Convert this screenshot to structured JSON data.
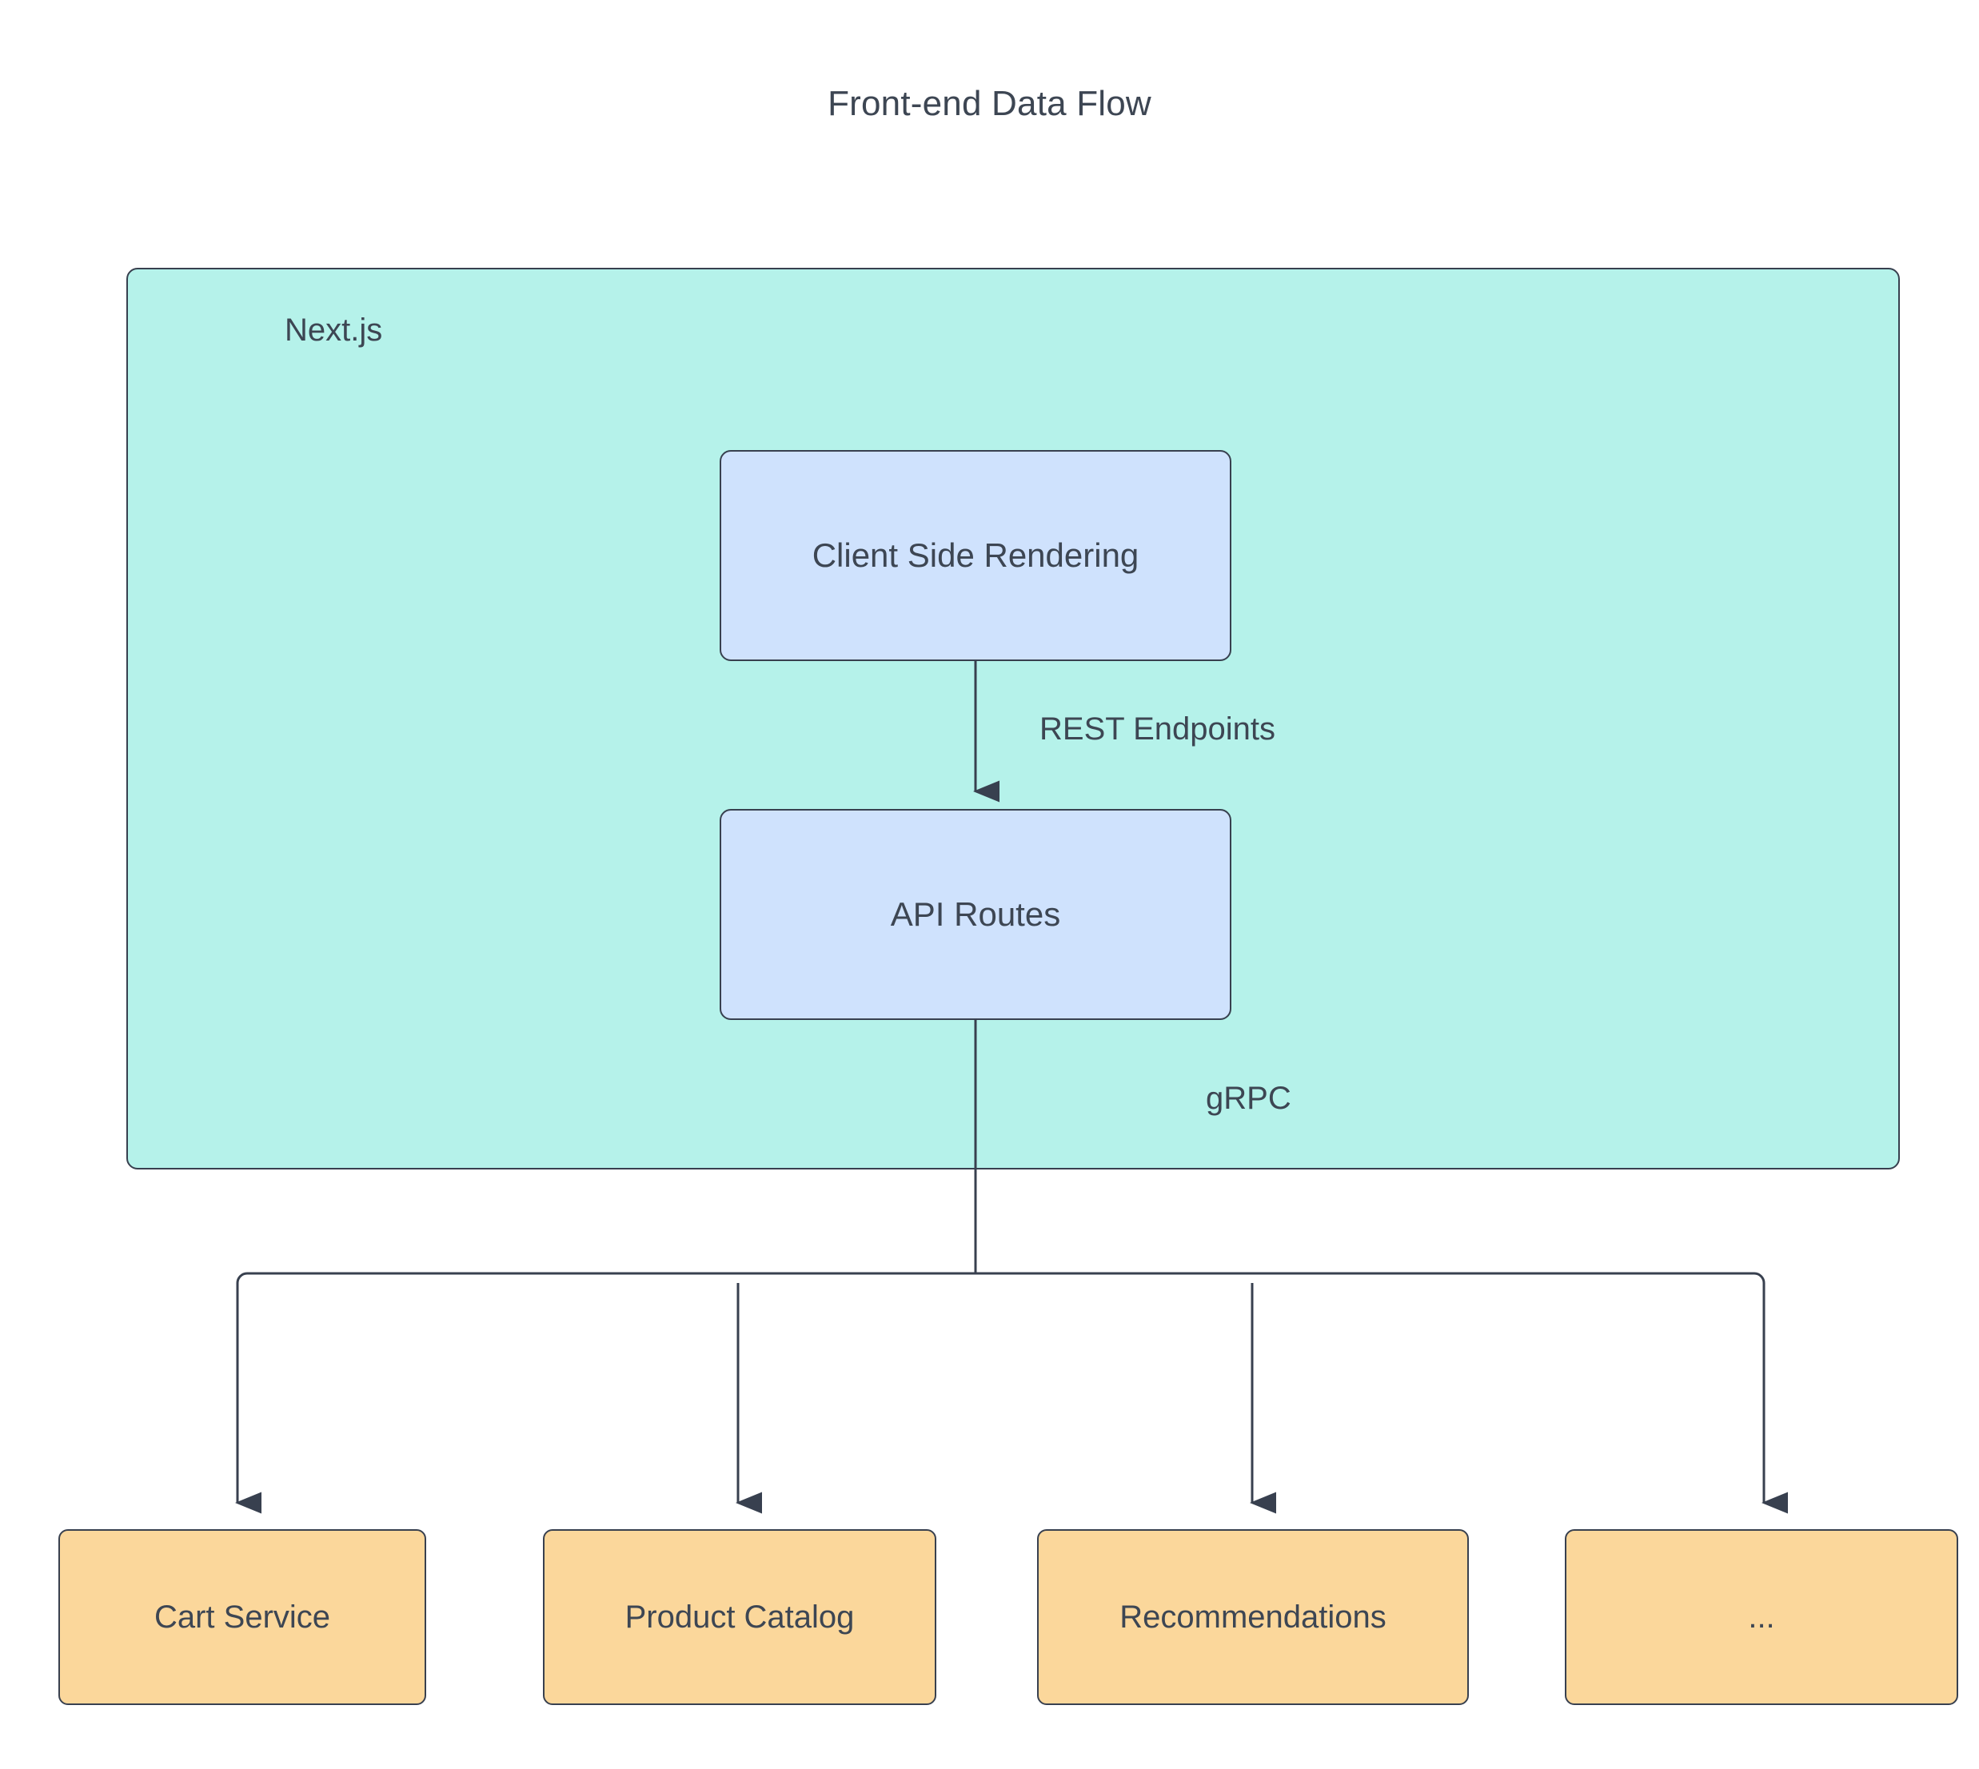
{
  "diagram": {
    "title": "Front-end Data Flow",
    "type": "flowchart",
    "direction": "top-to-bottom",
    "background_color": "#ffffff",
    "text_color": "#3d4653",
    "stroke_color": "#38404f"
  },
  "group": {
    "id": "nextjs",
    "label": "Next.js",
    "fill_color": "#b5f2ea",
    "border_color": "#38404f",
    "contains": [
      "client-side-rendering",
      "api-routes"
    ]
  },
  "nodes": [
    {
      "id": "client-side-rendering",
      "label": "Client Side Rendering",
      "shape": "rounded-rectangle",
      "fill_color": "#cfe2fd",
      "border_color": "#38404f",
      "group": "nextjs"
    },
    {
      "id": "api-routes",
      "label": "API Routes",
      "shape": "rounded-rectangle",
      "fill_color": "#cfe2fd",
      "border_color": "#38404f",
      "group": "nextjs"
    },
    {
      "id": "cart-service",
      "label": "Cart Service",
      "shape": "rounded-rectangle",
      "fill_color": "#fbd79b",
      "border_color": "#38404f",
      "group": null
    },
    {
      "id": "product-catalog",
      "label": "Product Catalog",
      "shape": "rounded-rectangle",
      "fill_color": "#fbd79b",
      "border_color": "#38404f",
      "group": null
    },
    {
      "id": "recommendations",
      "label": "Recommendations",
      "shape": "rounded-rectangle",
      "fill_color": "#fbd79b",
      "border_color": "#38404f",
      "group": null
    },
    {
      "id": "more-services",
      "label": "...",
      "shape": "rounded-rectangle",
      "fill_color": "#fbd79b",
      "border_color": "#38404f",
      "group": null
    }
  ],
  "edges": [
    {
      "id": "edge-csr-api",
      "from": "client-side-rendering",
      "to": "api-routes",
      "label": "REST Endpoints",
      "arrow": "single",
      "style": "solid"
    },
    {
      "id": "edge-api-cart",
      "from": "api-routes",
      "to": "cart-service",
      "label": "gRPC",
      "arrow": "single",
      "style": "solid"
    },
    {
      "id": "edge-api-catalog",
      "from": "api-routes",
      "to": "product-catalog",
      "label": "",
      "arrow": "single",
      "style": "solid"
    },
    {
      "id": "edge-api-recs",
      "from": "api-routes",
      "to": "recommendations",
      "label": "",
      "arrow": "single",
      "style": "solid"
    },
    {
      "id": "edge-api-more",
      "from": "api-routes",
      "to": "more-services",
      "label": "",
      "arrow": "single",
      "style": "solid"
    }
  ],
  "labels": {
    "rest_endpoints": "REST Endpoints",
    "grpc": "gRPC"
  }
}
